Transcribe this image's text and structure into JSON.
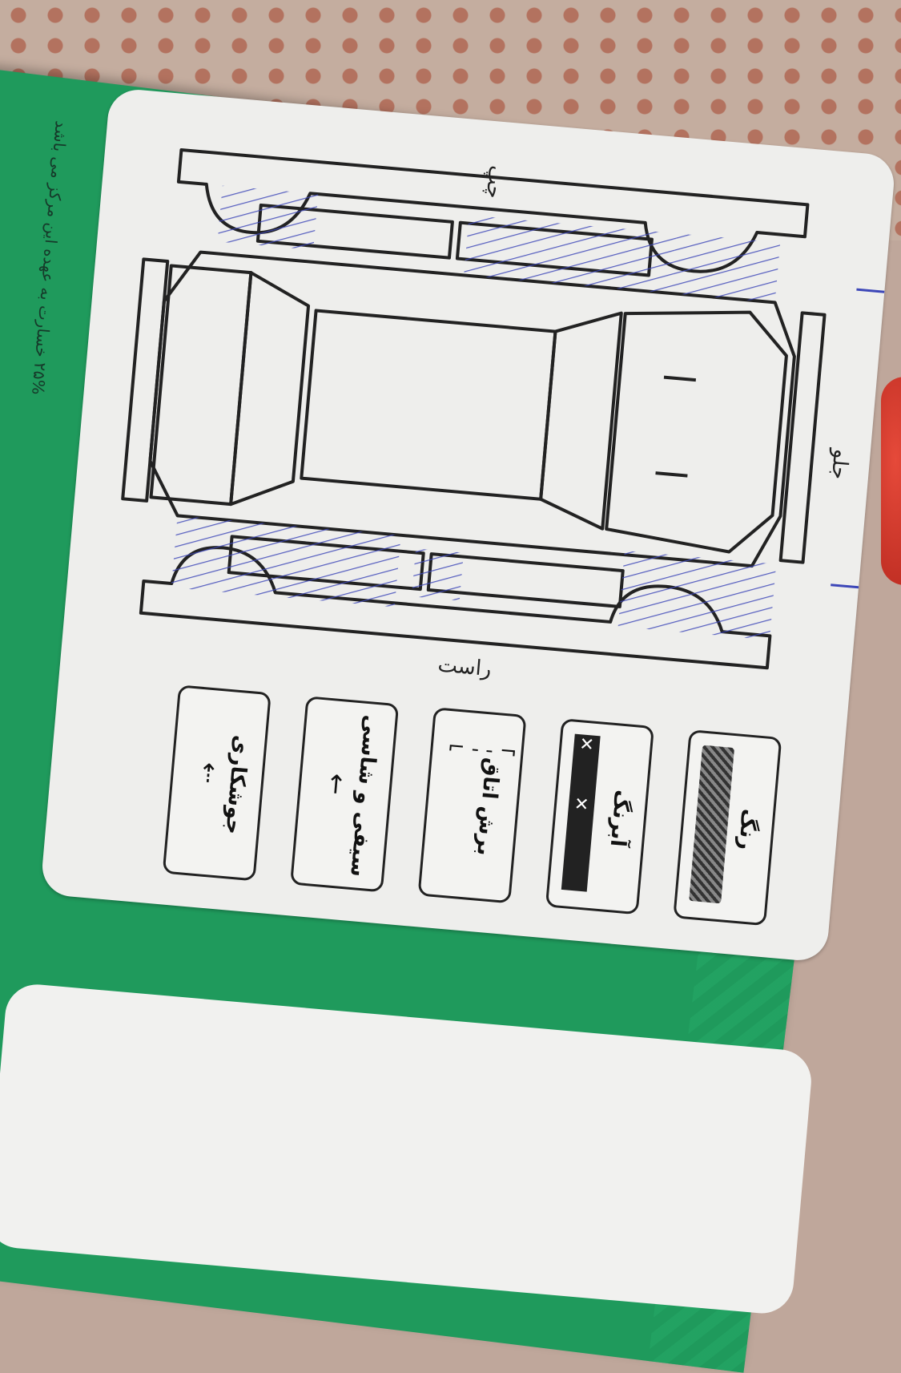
{
  "diagram": {
    "labels": {
      "front": "جلو",
      "left": "چپ",
      "right": "راست"
    }
  },
  "legend": [
    {
      "id": "paint",
      "label": "رنگ"
    },
    {
      "id": "touchup",
      "label": "آبرنگ"
    },
    {
      "id": "cut",
      "label": "برش اتاق"
    },
    {
      "id": "putty",
      "label": "سیفی و شاسی"
    },
    {
      "id": "weld",
      "label": "جوشکاری"
    }
  ],
  "side_text": "۲۵% خسارت به عهده این مرکز می باشد",
  "colors": {
    "booklet_green": "#1f9a5c",
    "card_white": "#eeeeec",
    "ink_blue": "#3d47b8",
    "line_black": "#222222"
  }
}
